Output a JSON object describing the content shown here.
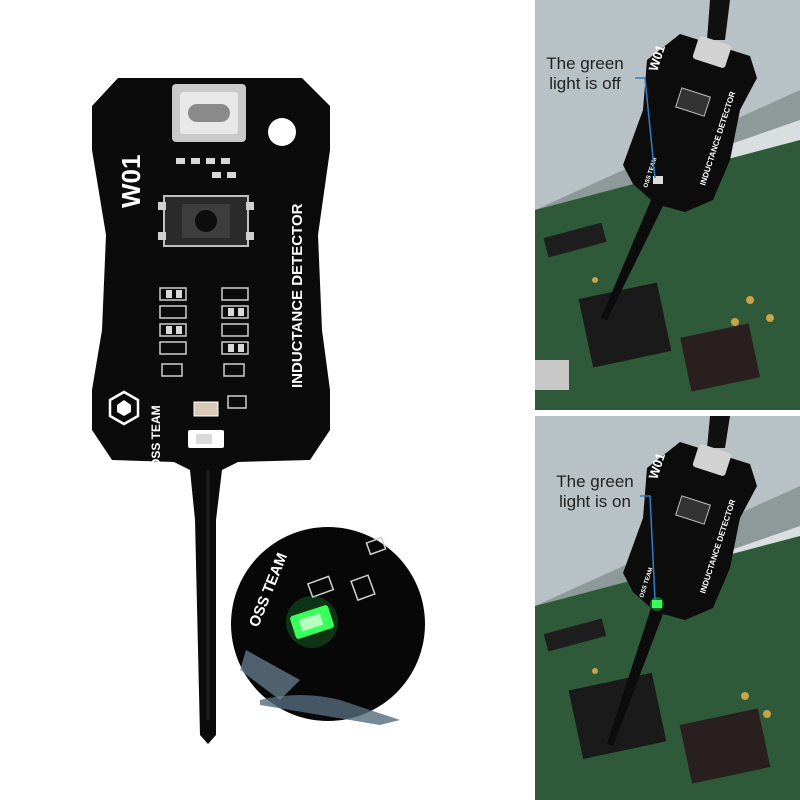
{
  "board": {
    "model": "W01",
    "function_label": "INDUCTANCE DETECTOR",
    "team_label": "OSS TEAM"
  },
  "zoom": {
    "team_label": "OSS TEAM"
  },
  "panels": [
    {
      "callout_line1": "The green",
      "callout_line2": "light is off",
      "board_model": "W01",
      "board_function": "INDUCTANCE DETECTOR",
      "board_team": "OSS TEAM",
      "led_state": "off"
    },
    {
      "callout_line1": "The green",
      "callout_line2": "light is on",
      "board_model": "W01",
      "board_function": "INDUCTANCE DETECTOR",
      "board_team": "OSS TEAM",
      "led_state": "on"
    }
  ],
  "colors": {
    "pcb": "#0b0b0b",
    "silkscreen": "#ffffff",
    "led_on": "#39ff5a",
    "motherboard": "#2f5a3a",
    "callout_line": "#2f7fc4"
  }
}
